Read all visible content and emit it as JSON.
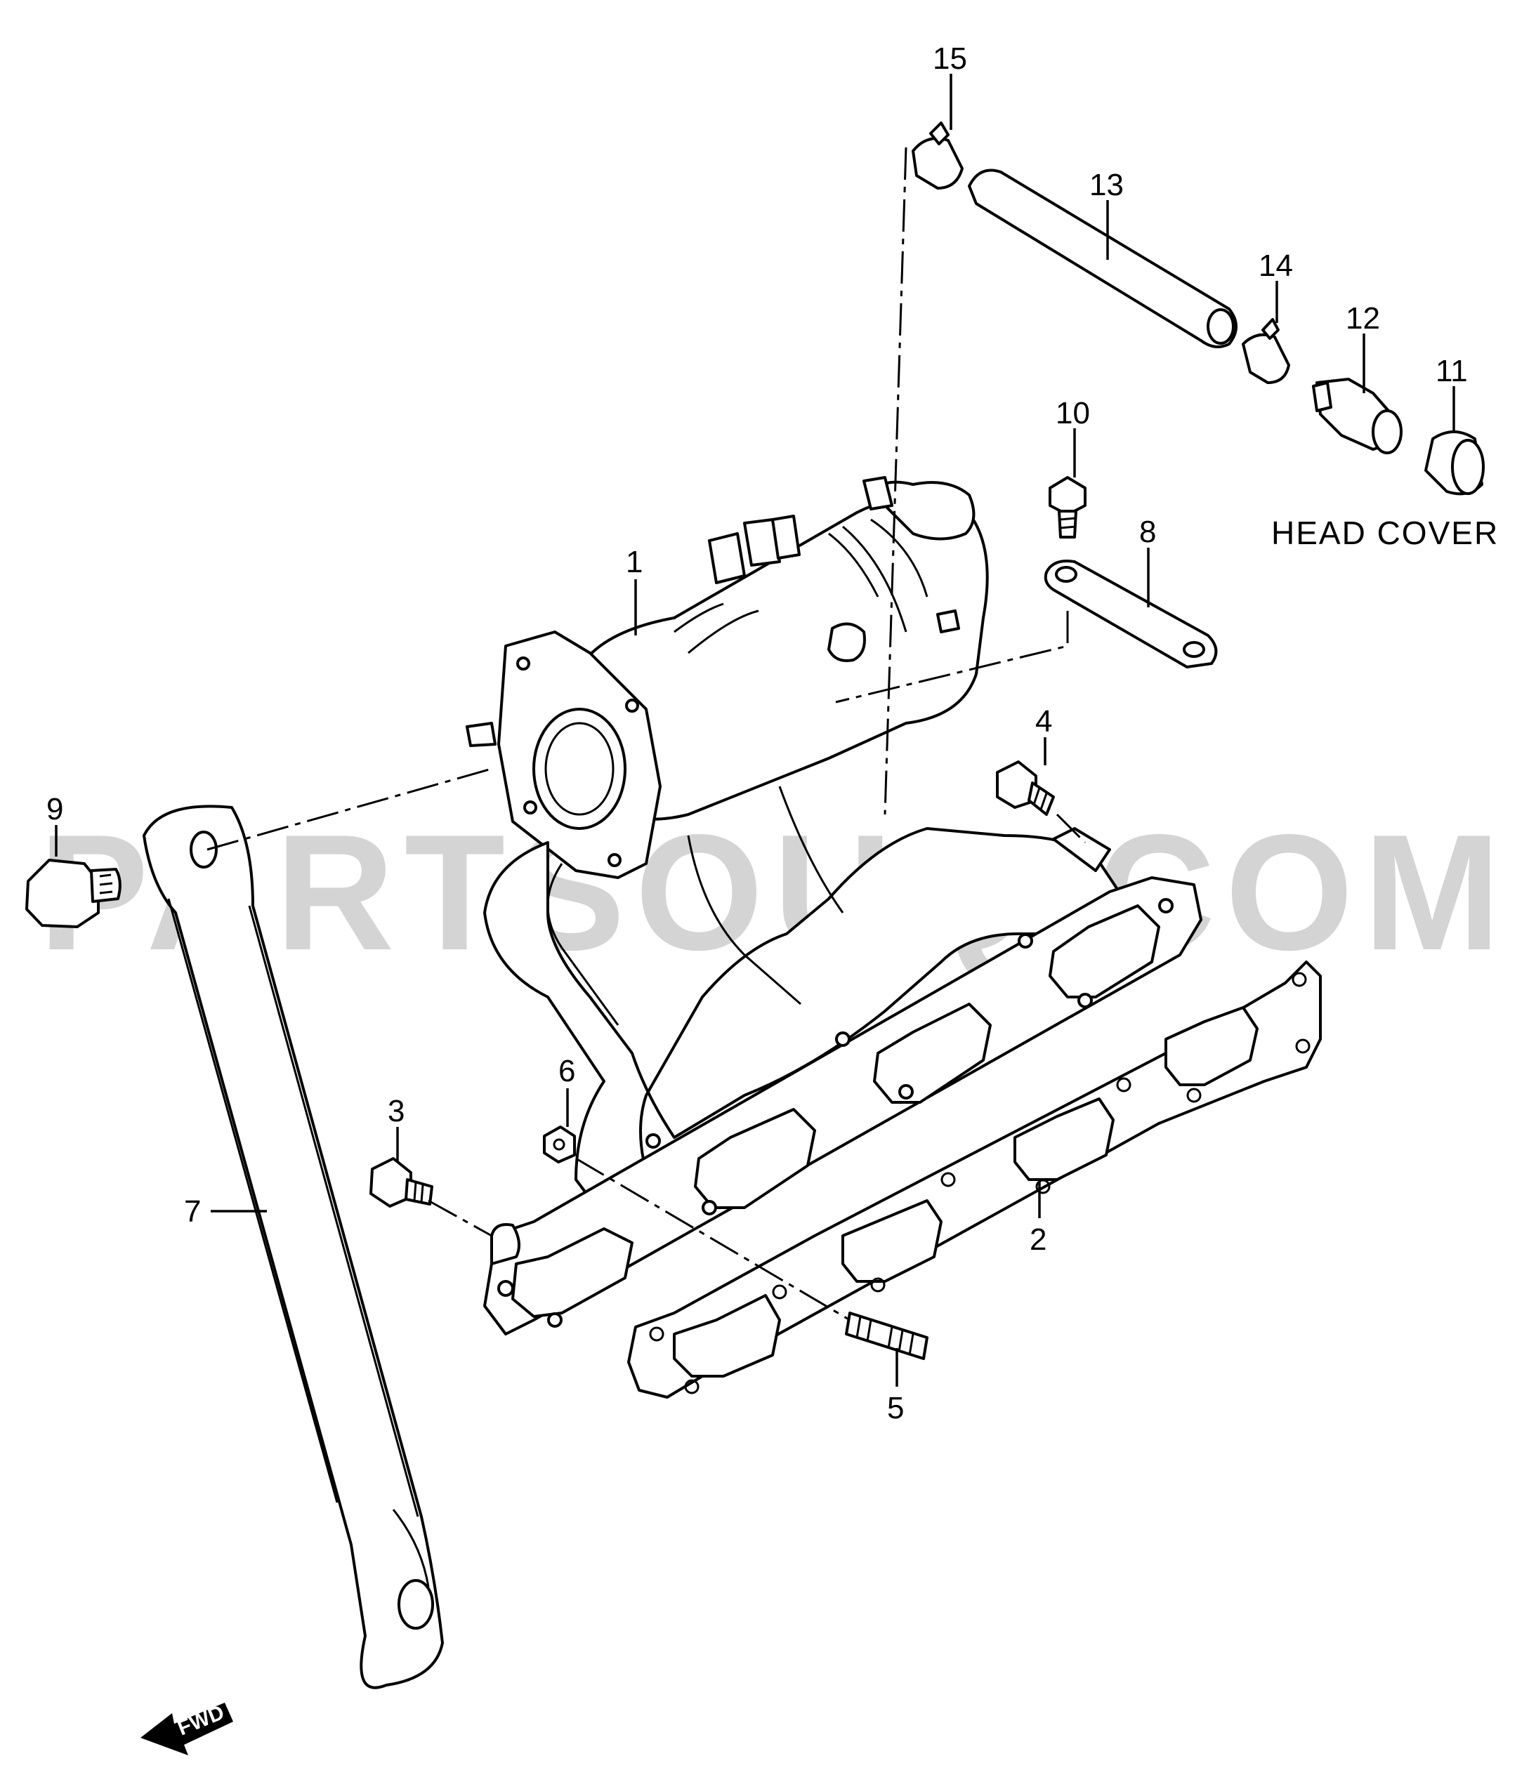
{
  "diagram": {
    "watermark": "PARTSOUQ.COM",
    "caption": "HEAD COVER",
    "direction_mark": "FWD",
    "callouts": [
      {
        "id": "c1",
        "label": "1"
      },
      {
        "id": "c2",
        "label": "2"
      },
      {
        "id": "c3",
        "label": "3"
      },
      {
        "id": "c4",
        "label": "4"
      },
      {
        "id": "c5",
        "label": "5"
      },
      {
        "id": "c6",
        "label": "6"
      },
      {
        "id": "c7",
        "label": "7"
      },
      {
        "id": "c8",
        "label": "8"
      },
      {
        "id": "c9",
        "label": "9"
      },
      {
        "id": "c10",
        "label": "10"
      },
      {
        "id": "c11",
        "label": "11"
      },
      {
        "id": "c12",
        "label": "12"
      },
      {
        "id": "c13",
        "label": "13"
      },
      {
        "id": "c14",
        "label": "14"
      },
      {
        "id": "c15",
        "label": "15"
      }
    ]
  }
}
